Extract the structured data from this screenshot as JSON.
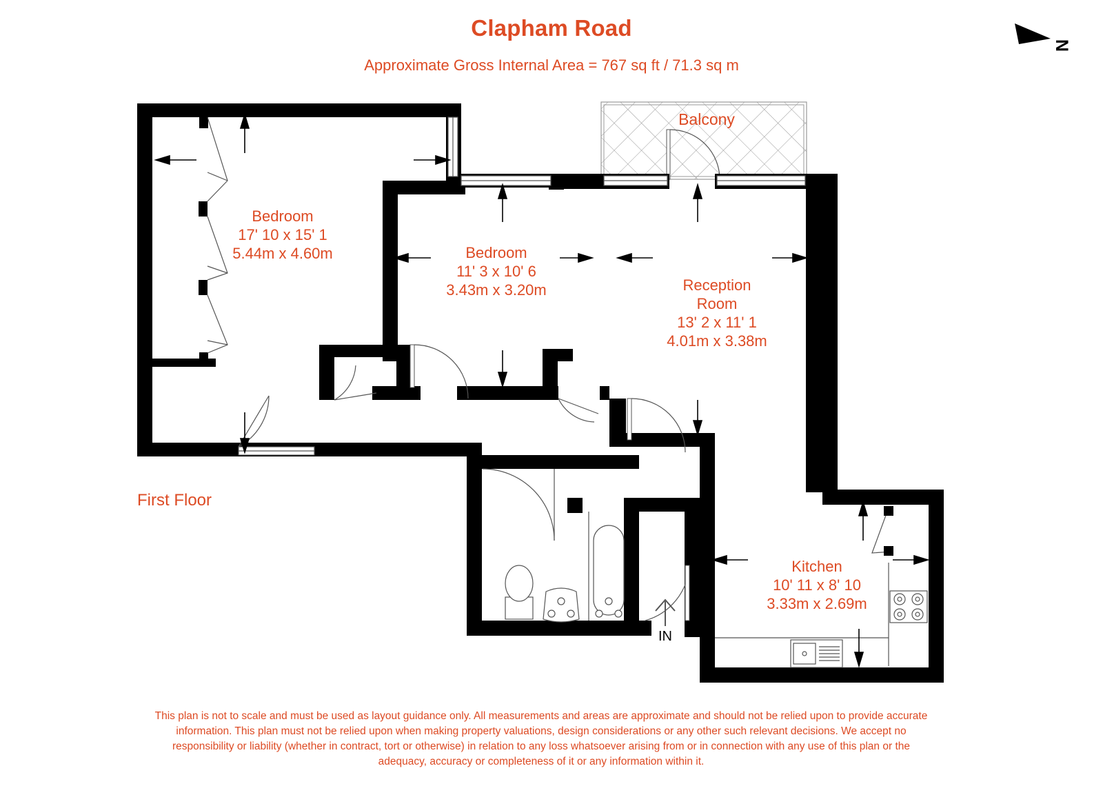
{
  "header": {
    "title": "Clapham Road",
    "subtitle": "Approximate Gross Internal Area = 767 sq ft / 71.3 sq m"
  },
  "north_arrow": {
    "label": "N",
    "icon": "north-arrow-icon"
  },
  "floor": {
    "label": "First Floor"
  },
  "entrance": {
    "label": "IN",
    "icon": "entrance-arrow-icon"
  },
  "rooms": [
    {
      "key": "bedroom_1",
      "name": "Bedroom",
      "imperial": "17' 10 x 15' 1",
      "metric": "5.44m x 4.60m"
    },
    {
      "key": "bedroom_2",
      "name": "Bedroom",
      "imperial": "11' 3 x 10' 6",
      "metric": "3.43m x 3.20m"
    },
    {
      "key": "reception_room",
      "name": "Reception Room",
      "name_line_1": "Reception",
      "name_line_2": "Room",
      "imperial": "13' 2 x 11' 1",
      "metric": "4.01m x 3.38m"
    },
    {
      "key": "kitchen",
      "name": "Kitchen",
      "imperial": "10' 11 x 8' 10",
      "metric": "3.33m x 2.69m"
    },
    {
      "key": "balcony",
      "name": "Balcony",
      "imperial": "",
      "metric": ""
    }
  ],
  "fixtures": [
    {
      "name": "toilet-fixture",
      "room": "bathroom"
    },
    {
      "name": "basin-fixture",
      "room": "bathroom"
    },
    {
      "name": "bath-fixture",
      "room": "bathroom"
    },
    {
      "name": "hob-fixture",
      "room": "kitchen"
    },
    {
      "name": "sink-fixture",
      "room": "kitchen"
    },
    {
      "name": "wardrobe-fixture",
      "room": "bedroom_1"
    }
  ],
  "colors": {
    "text": "#DD4B24",
    "wall": "#000000",
    "thin_line": "#555555",
    "background": "#FFFFFF"
  },
  "disclaimer": {
    "line_1": "This plan is not to scale and must be used as layout guidance only. All measurements and areas are approximate and should not be relied upon to",
    "line_2": "provide accurate information. This plan must not be relied upon when making property valuations, design considerations or any other such relevant",
    "line_3": "decisions. We accept no responsibility or liability (whether in contract, tort or otherwise) in relation to any loss whatsoever arising from or in",
    "line_4": "connection with any use of this plan or the adequacy, accuracy or completeness of it or any information within it."
  }
}
